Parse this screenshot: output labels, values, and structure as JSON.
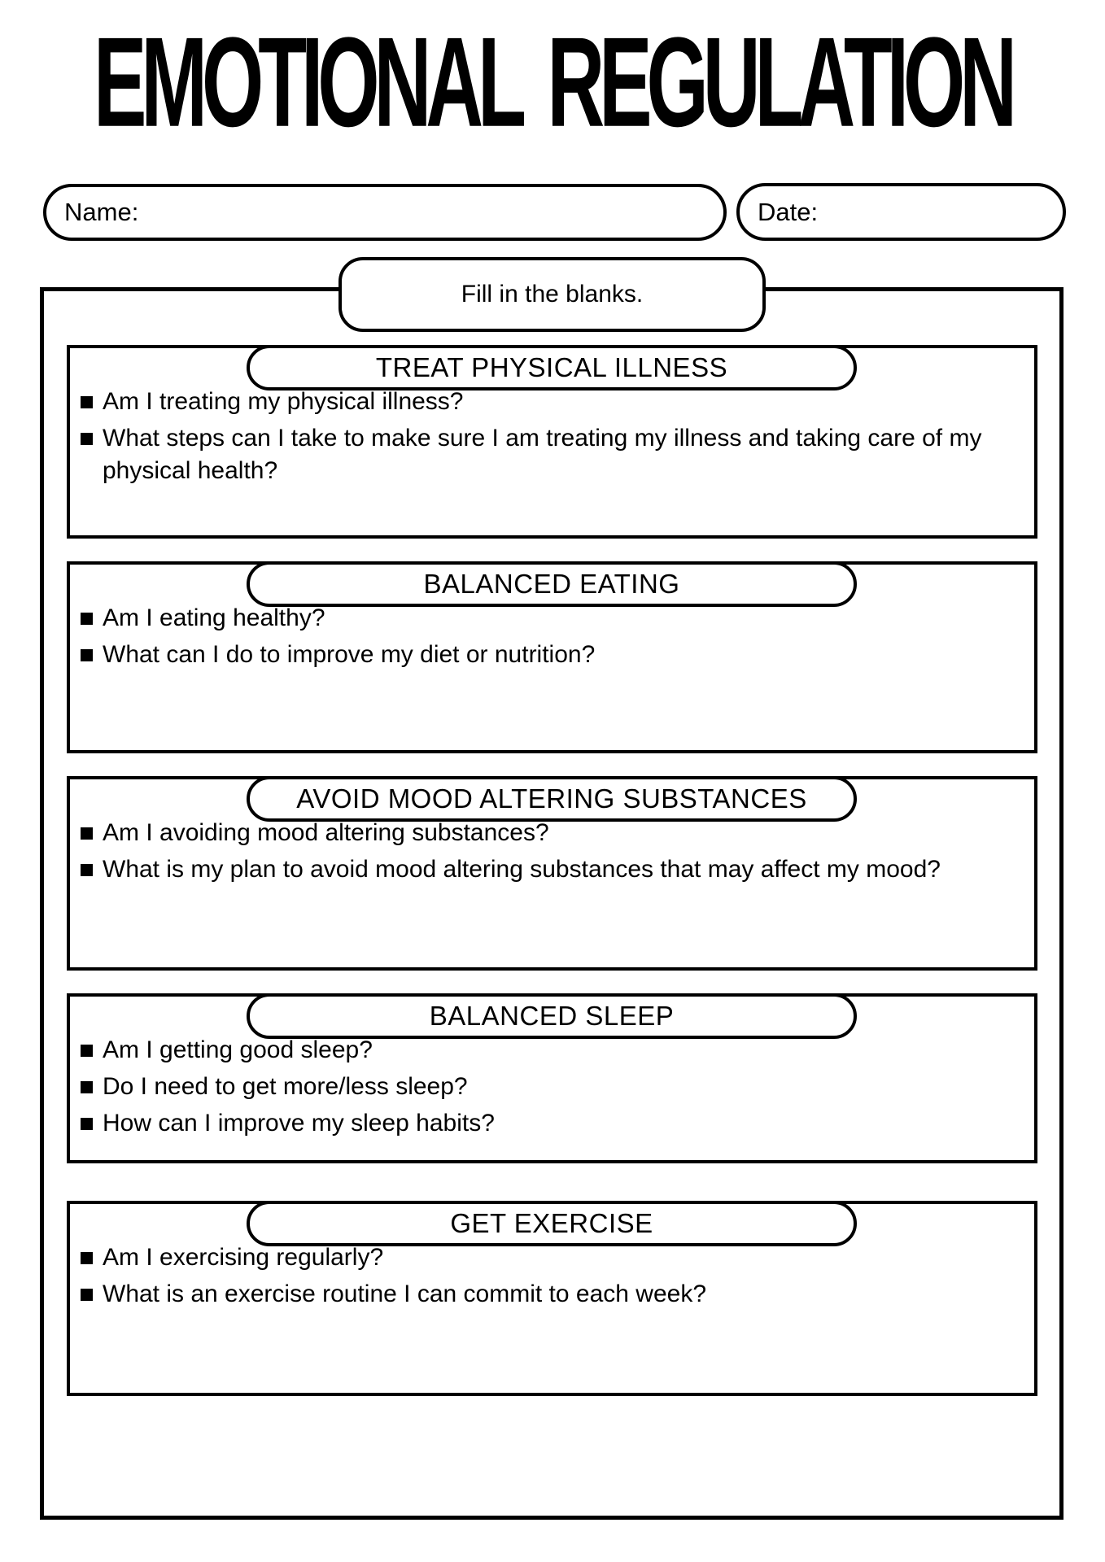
{
  "page": {
    "title": "EMOTIONAL REGULATION",
    "instruction": "Fill in the blanks."
  },
  "fields": {
    "name": {
      "label": "Name:",
      "value": ""
    },
    "date": {
      "label": "Date:",
      "value": ""
    }
  },
  "sections": [
    {
      "title": "TREAT PHYSICAL ILLNESS",
      "questions": [
        "Am I treating my physical illness?",
        "What steps can I take to make sure I am treating my illness and taking care of my physical health?"
      ]
    },
    {
      "title": "BALANCED EATING",
      "questions": [
        "Am I eating healthy?",
        "What can I do to improve my diet or nutrition?"
      ]
    },
    {
      "title": "AVOID MOOD ALTERING SUBSTANCES",
      "questions": [
        "Am I avoiding mood altering substances?",
        "What is my plan to avoid mood altering substances that may affect my mood?"
      ]
    },
    {
      "title": "BALANCED SLEEP",
      "questions": [
        "Am I getting good sleep?",
        "Do I need to get more/less sleep?",
        "How can I improve my sleep habits?"
      ]
    },
    {
      "title": "GET EXERCISE",
      "questions": [
        "Am I exercising regularly?",
        "What is an exercise routine I can commit to each week?"
      ]
    }
  ],
  "colors": {
    "ink": "#000000",
    "paper": "#ffffff"
  }
}
